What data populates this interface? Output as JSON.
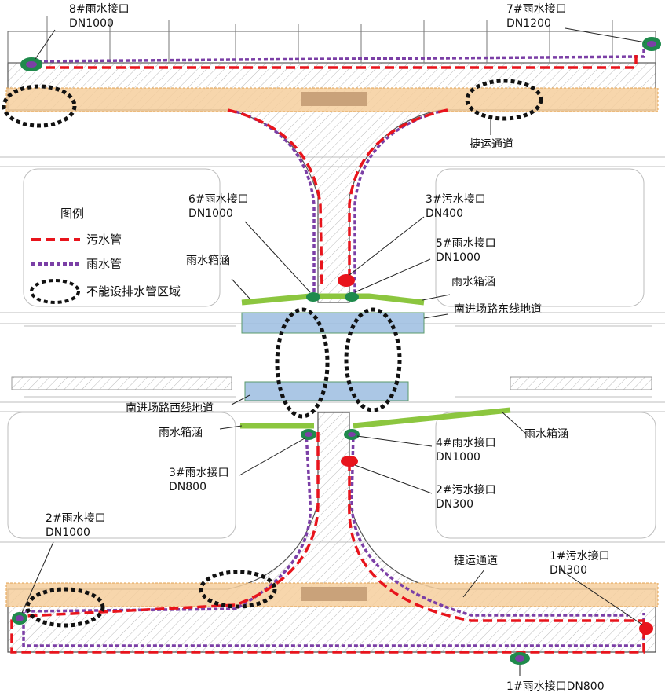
{
  "labels": {
    "rain8": "8#雨水接口",
    "rain8_dn": "DN1000",
    "rain7": "7#雨水接口",
    "rain7_dn": "DN1200",
    "shuttle_top": "捷运通道",
    "rain6": "6#雨水接口",
    "rain6_dn": "DN1000",
    "sewage3": "3#污水接口",
    "sewage3_dn": "DN400",
    "rain5": "5#雨水接口",
    "rain5_dn": "DN1000",
    "culvert_left_top": "雨水箱涵",
    "culvert_right_top": "雨水箱涵",
    "east_underpass": "南进场路东线地道",
    "west_underpass": "南进场路西线地道",
    "culvert_left_bottom": "雨水箱涵",
    "culvert_right_bottom": "雨水箱涵",
    "rain3": "3#雨水接口",
    "rain3_dn": "DN800",
    "rain4": "4#雨水接口",
    "rain4_dn": "DN1000",
    "sewage2": "2#污水接口",
    "sewage2_dn": "DN300",
    "rain2": "2#雨水接口",
    "rain2_dn": "DN1000",
    "shuttle_bottom": "捷运通道",
    "sewage1": "1#污水接口",
    "sewage1_dn": "DN300",
    "rain1": "1#雨水接口DN800"
  },
  "legend": {
    "title": "图例",
    "sewage_pipe": "污水管",
    "rain_pipe": "雨水管",
    "no_pipe_zone": "不能设排水管区域"
  },
  "colors": {
    "sewage": "#e8141c",
    "rain": "#7b3fa6",
    "culvert": "#8cc63f",
    "underpass": "#9cbde0",
    "shuttle": "#f6cf9d",
    "rain_node": "#1f8a4c"
  }
}
